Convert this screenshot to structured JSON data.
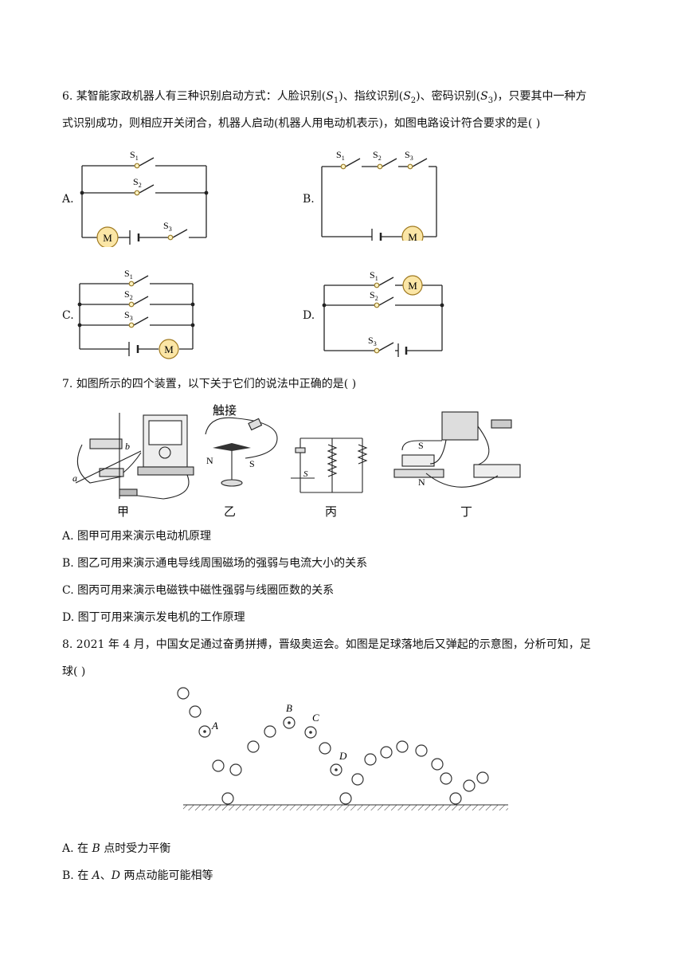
{
  "q6": {
    "line1_pre": "6. 某智能家政机器人有三种识别启动方式：人脸识别(",
    "s1": "S",
    "line1_mid1": ")、指纹识别(",
    "line1_mid2": ")、密码识别(",
    "line1_post": ")，只要其中一种方",
    "line2": "式识别成功，则相应开关闭合，机器人启动(机器人用电动机表示)，如图电路设计符合要求的是(    )",
    "options": [
      "A.",
      "B.",
      "C.",
      "D."
    ],
    "switch_labels": [
      "S1",
      "S2",
      "S3"
    ],
    "motor_label": "M"
  },
  "q7": {
    "stem": "7. 如图所示的四个装置，以下关于它们的说法中正确的是(    )",
    "captions": [
      "甲",
      "乙",
      "丙",
      "丁"
    ],
    "fig_text": {
      "touch": "触接",
      "n": "N",
      "s": "S",
      "a": "a",
      "b": "b"
    },
    "options": [
      "A. 图甲可用来演示电动机原理",
      "B. 图乙可用来演示通电导线周围磁场的强弱与电流大小的关系",
      "C. 图丙可用来演示电磁铁中磁性强弱与线圈匝数的关系",
      "D. 图丁可用来演示发电机的工作原理"
    ]
  },
  "q8": {
    "line1": "8. 2021 年 4 月，中国女足通过奋勇拼搏，晋级奥运会。如图是足球落地后又弹起的示意图，分析可知，足",
    "line2": "球(    )",
    "points": [
      "A",
      "B",
      "C",
      "D"
    ],
    "optA_pre": "A. 在 ",
    "optA_pt": "B",
    "optA_post": " 点时受力平衡",
    "optB_pre": "B. 在 ",
    "optB_a": "A",
    "optB_sep": "、",
    "optB_d": "D",
    "optB_post": " 两点动能可能相等"
  }
}
